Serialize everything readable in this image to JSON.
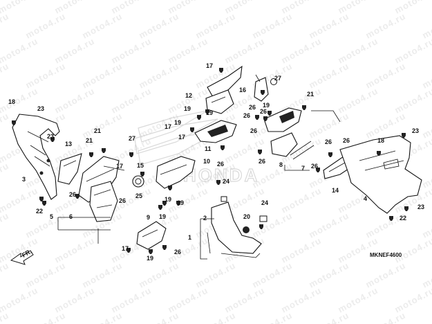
{
  "watermark": "moto4.ru",
  "diagram_code": "MKNEF4600",
  "direction_label": "FR.",
  "callouts": [
    "1",
    "2",
    "3",
    "4",
    "5",
    "6",
    "7",
    "8",
    "9",
    "10",
    "11",
    "12",
    "13",
    "14",
    "15",
    "16",
    "17",
    "18",
    "19",
    "20",
    "21",
    "22",
    "23",
    "24",
    "25",
    "26",
    "27"
  ],
  "brand_mark": "HONDA"
}
